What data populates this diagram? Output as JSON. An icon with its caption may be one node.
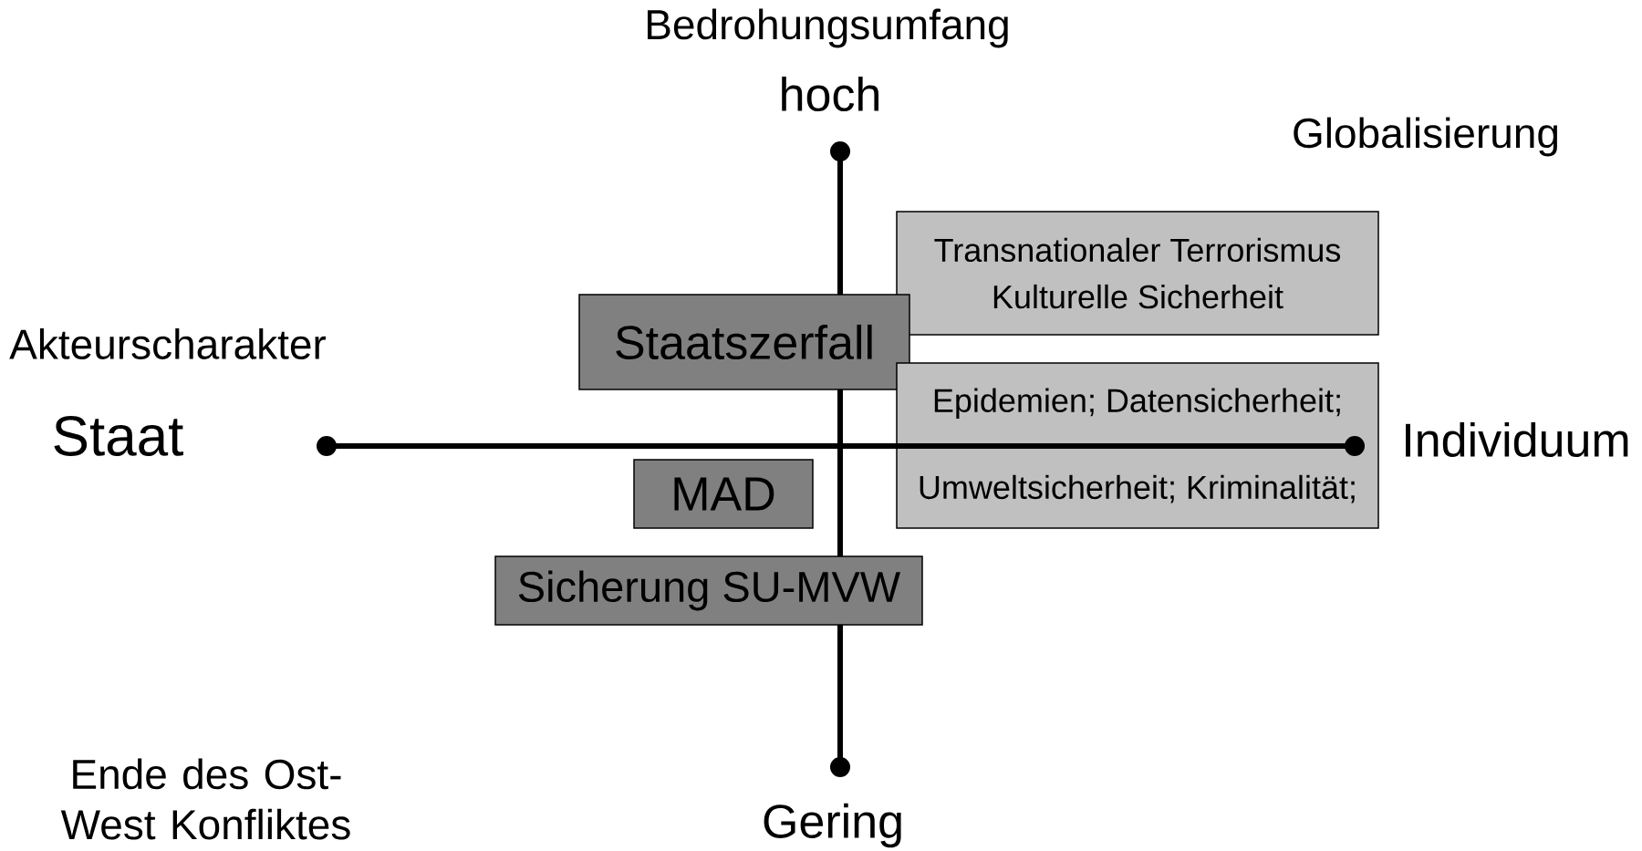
{
  "diagram": {
    "nodes": [
      {
        "text": [
          "Transnationaler Terrorismus",
          "Kulturelle Sicherheit"
        ]
      },
      {
        "text": [
          "Staatszerfall"
        ]
      },
      {
        "text": [
          "Epidemien; Datensicherheit;",
          "Umweltsicherheit; Kriminalität;"
        ]
      },
      {
        "text": [
          "MAD"
        ]
      },
      {
        "text": [
          "Sicherung SU-MVW"
        ]
      }
    ],
    "labels": [
      "Bedrohungsumfang",
      "hoch",
      "Globalisierung",
      "Akteurscharakter",
      "Staat",
      "Individuum",
      "Ende des Ost-West Konfliktes",
      "Gering"
    ]
  }
}
